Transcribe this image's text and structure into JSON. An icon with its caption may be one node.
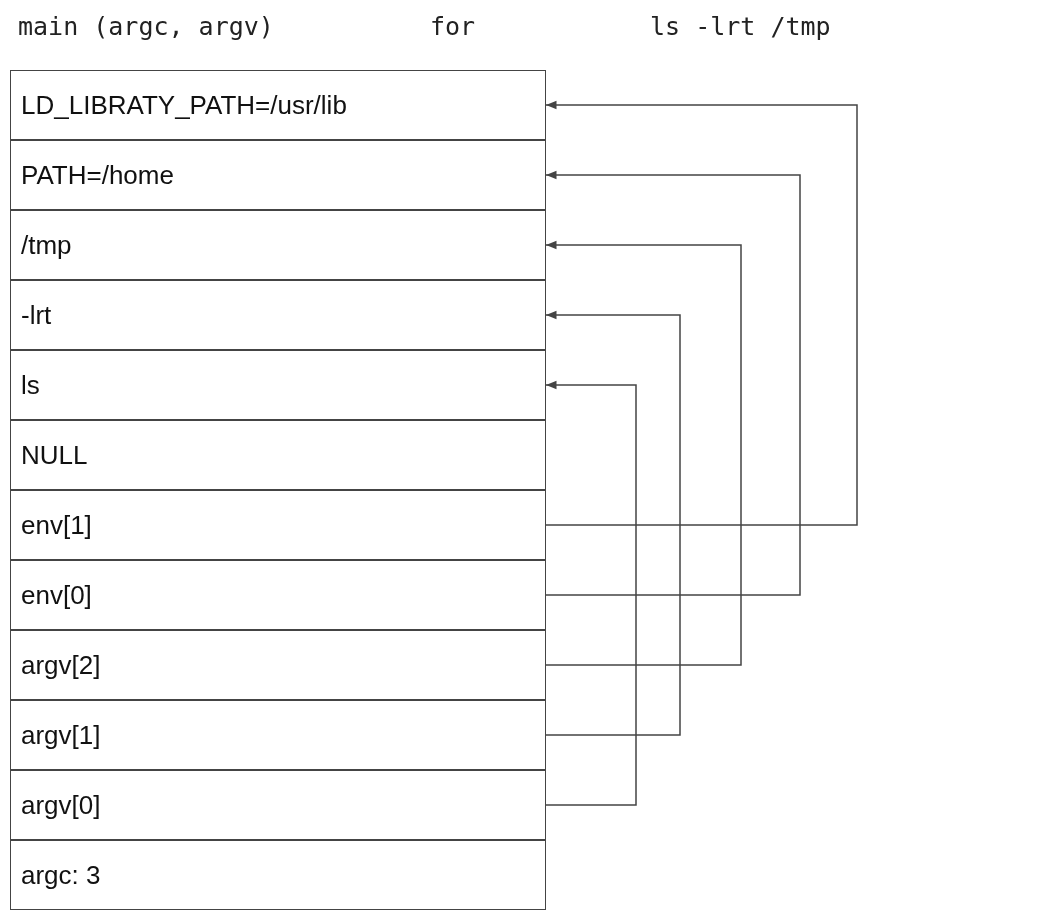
{
  "diagram": {
    "nodes": [
      {
        "text": [
          "LD_LIBRATY_PATH=/usr/lib"
        ]
      },
      {
        "text": [
          "PATH=/home"
        ]
      },
      {
        "text": [
          "/tmp"
        ]
      },
      {
        "text": [
          "-lrt"
        ]
      },
      {
        "text": [
          "ls"
        ]
      },
      {
        "text": [
          "NULL"
        ]
      },
      {
        "text": [
          "env[1]"
        ]
      },
      {
        "text": [
          "env[0]"
        ]
      },
      {
        "text": [
          "argv[2]"
        ]
      },
      {
        "text": [
          "argv[1]"
        ]
      },
      {
        "text": [
          "argv[0]"
        ]
      },
      {
        "text": [
          "argc: 3"
        ]
      }
    ],
    "edges": [
      {
        "from": 6,
        "to": 0,
        "arrow": "to"
      },
      {
        "from": 7,
        "to": 1,
        "arrow": "to"
      },
      {
        "from": 8,
        "to": 2,
        "arrow": "to"
      },
      {
        "from": 9,
        "to": 3,
        "arrow": "to"
      },
      {
        "from": 10,
        "to": 4,
        "arrow": "to"
      }
    ],
    "labels": [
      "main (argc, argv)",
      "for",
      "ls -lrt /tmp"
    ]
  }
}
